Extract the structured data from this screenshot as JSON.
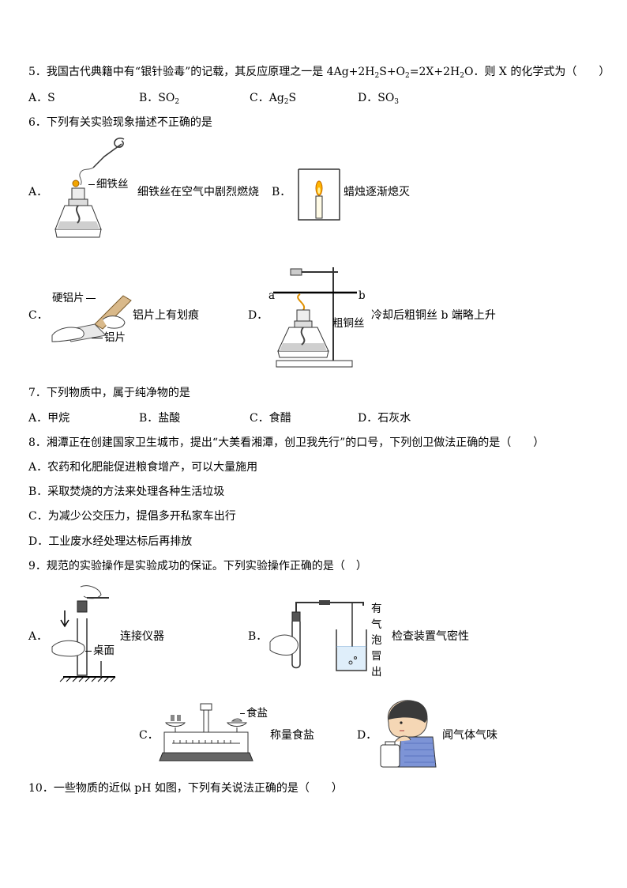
{
  "q5": {
    "stem_a": "5．我国古代典籍中有“银针验毒”的记载，其反应原理之一是 4Ag+2H",
    "stem_b": "S+O",
    "stem_c": "=2X+2H",
    "stem_d": "O．则 X 的化学式为（　　）",
    "sub2": "2",
    "opt_a": "A．S",
    "opt_b": "B．SO",
    "opt_c": "C．Ag",
    "opt_c_tail": "S",
    "opt_d": "D．SO",
    "sub3": "3"
  },
  "q6": {
    "stem": "6．下列有关实验现象描述不正确的是",
    "a_letter": "A．",
    "a_fig_label": "细铁丝",
    "a_text": "细铁丝在空气中剧烈燃烧",
    "b_letter": "B．",
    "b_text": "蜡烛逐渐熄灭",
    "c_letter": "C．",
    "c_label_top": "硬铝片",
    "c_label_bottom": "铝片",
    "c_text": "铝片上有划痕",
    "d_letter": "D．",
    "d_label_a": "a",
    "d_label_b": "b",
    "d_label_wire": "粗铜丝",
    "d_text": "冷却后粗铜丝 b 端略上升"
  },
  "q7": {
    "stem": "7．下列物质中，属于纯净物的是",
    "opt_a": "A．甲烷",
    "opt_b": "B．盐酸",
    "opt_c": "C．食醋",
    "opt_d": "D．石灰水"
  },
  "q8": {
    "stem": "8．湘潭正在创建国家卫生城市，提出“大美看湘潭，创卫我先行”的口号，下列创卫做法正确的是（　　）",
    "opt_a": "A．农药和化肥能促进粮食增产，可以大量施用",
    "opt_b": "B．采取焚烧的方法来处理各种生活垃圾",
    "opt_c": "C．为减少公交压力，提倡多开私家车出行",
    "opt_d": "D．工业废水经处理达标后再排放"
  },
  "q9": {
    "stem": "9．规范的实验操作是实验成功的保证。下列实验操作正确的是（　）",
    "a_letter": "A．",
    "a_text": "连接仪器",
    "a_label_desk": "桌面",
    "b_letter": "B．",
    "b_bubbles": [
      "有",
      "气",
      "泡",
      "冒",
      "出"
    ],
    "b_text": "检查装置气密性",
    "c_letter": "C．",
    "c_label_salt": "食盐",
    "c_text": "称量食盐",
    "d_letter": "D．",
    "d_text": "闻气体气味"
  },
  "q10": {
    "stem": "10．一些物质的近似 pH 如图，下列有关说法正确的是（　　）"
  }
}
